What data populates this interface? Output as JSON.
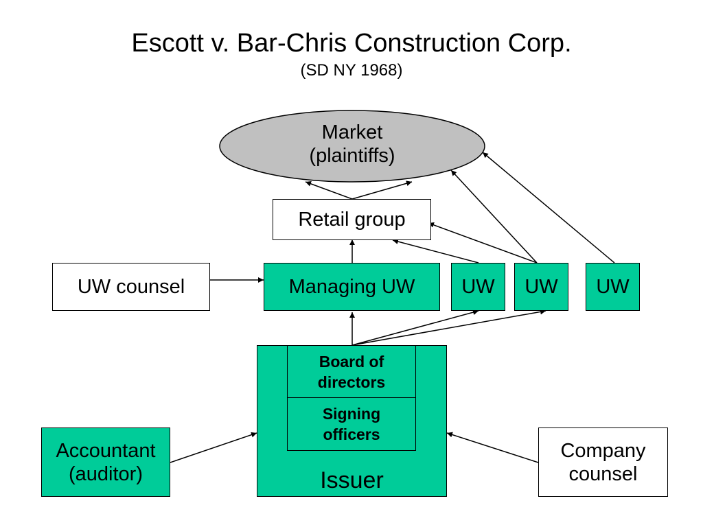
{
  "slide": {
    "title": "Escott v. Bar-Chris Construction Corp.",
    "subtitle": "(SD NY 1968)"
  },
  "nodes": {
    "market": "Market\n(plaintiffs)",
    "retail_group": "Retail group",
    "uw_counsel": "UW counsel",
    "managing_uw": "Managing UW",
    "uw_1": "UW",
    "uw_2": "UW",
    "uw_3": "UW",
    "board": "Board of\ndirectors",
    "signing_officers": "Signing\nofficers",
    "issuer": "Issuer",
    "accountant": "Accountant\n(auditor)",
    "company_counsel": "Company\ncounsel"
  },
  "colors": {
    "green_fill": "#00cc99",
    "market_fill": "#c0c0c0",
    "outline": "#000000"
  }
}
